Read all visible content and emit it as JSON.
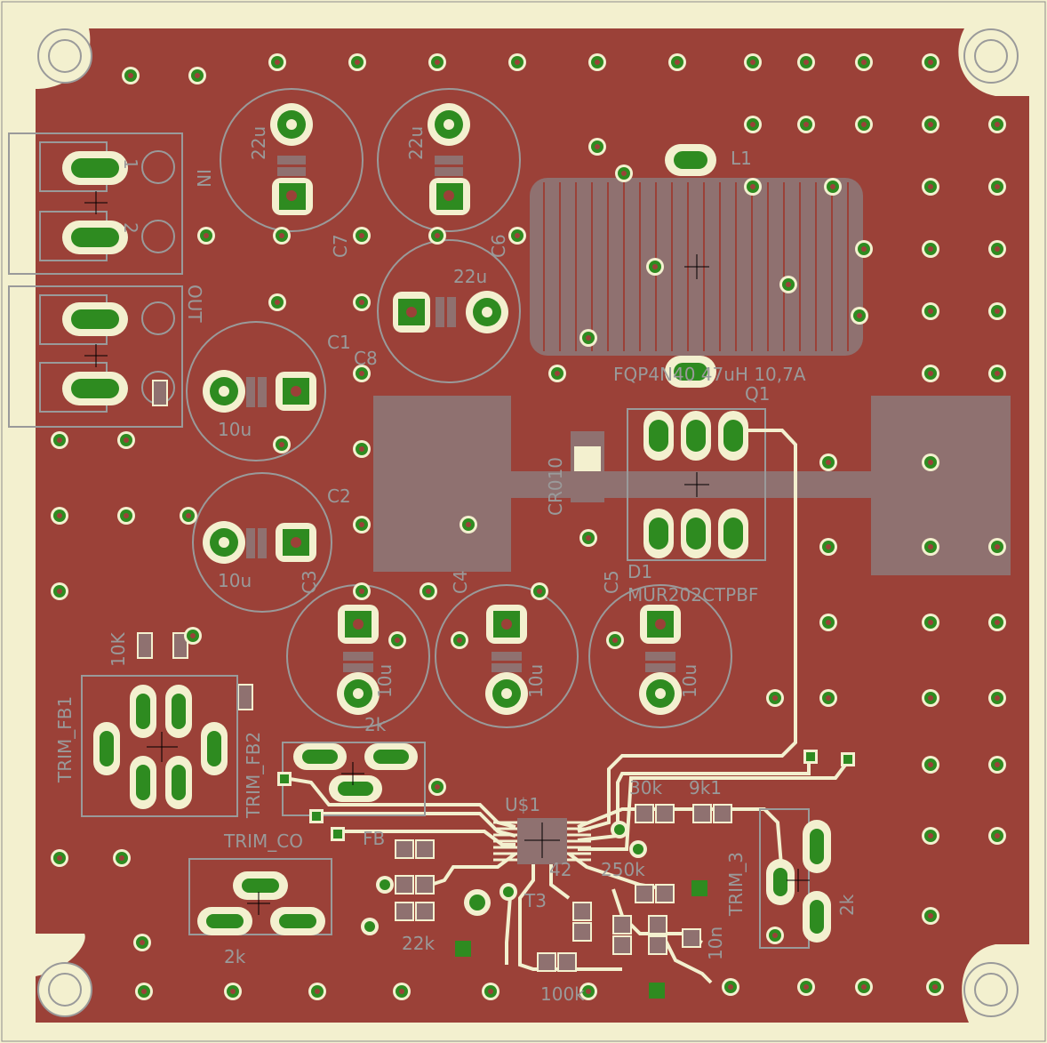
{
  "colors": {
    "background": "#f3f0cf",
    "copper": "#9b4138",
    "silk": "#9a9a9a",
    "trace": "#f3f0cf",
    "via": "#2e8b20",
    "heatsink": "#8f7170"
  },
  "terminal_labels": {
    "in": "IN",
    "out": "OUT",
    "pin1": "1",
    "pin2": "2"
  },
  "capacitors": {
    "c7_name": "C7",
    "c7_value": "22u",
    "c6_name": "C6",
    "c6_value": "22u",
    "c6b_value": "22u",
    "c1_name": "C1",
    "c1_value": "10u",
    "c8_name": "C8",
    "c2_name": "C2",
    "c2_value": "10u",
    "c3_name": "C3",
    "c4_name": "C4",
    "c4_value": "10u",
    "c5_name": "C5",
    "c5_value": "10u",
    "c9_value": "10u"
  },
  "inductor": {
    "name": "L1",
    "part": "FQP4N40 47uH 10,7A"
  },
  "transistor": {
    "name": "Q1"
  },
  "diode": {
    "name": "D1",
    "part": "MUR202CTPBF"
  },
  "labels": {
    "cr010": "CR010",
    "r_2k_a": "2k",
    "r_2k_b": "2k",
    "r_2k_c": "2k",
    "r_22k": "22k",
    "r_100k": "100k",
    "r_10k": "10K",
    "r_30k": "30k",
    "r_9k": "9k1",
    "r_250k": "250k",
    "r_10n": "10n",
    "ic_name": "U$1",
    "ic_part": "42",
    "ic_t3": "T3",
    "trim_fb1": "TRIM_FB1",
    "trim_fb2": "TRIM_FB2",
    "trim_co": "TRIM_CO",
    "trim_ub": "FB",
    "trim_3": "TRIM_3"
  }
}
